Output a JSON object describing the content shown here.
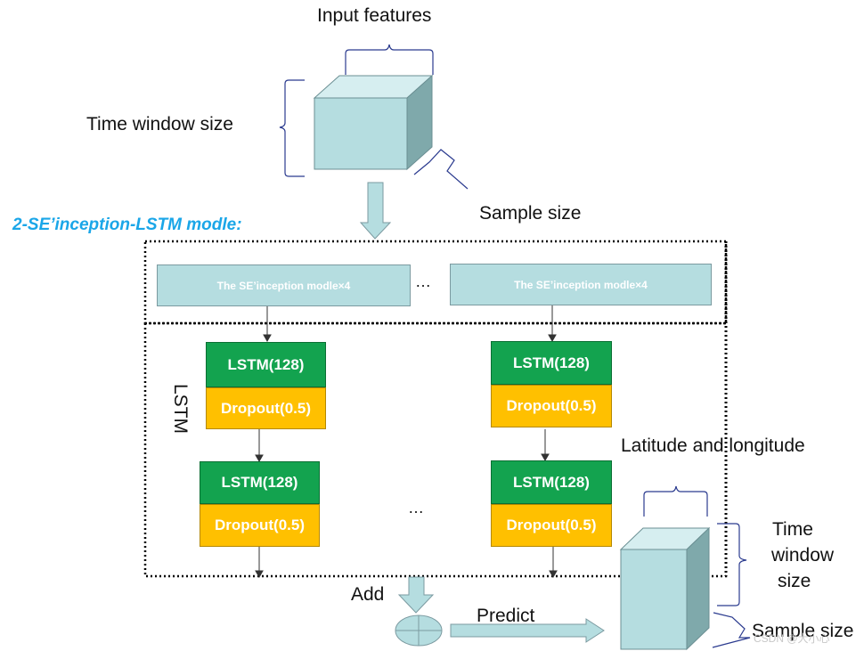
{
  "labels": {
    "input_features": "Input features",
    "time_window_size": "Time window size",
    "sample_size_top": "Sample size",
    "model_title": "2-SE’inception-LSTM modle:",
    "lstm_vertical": "LSTM",
    "add": "Add",
    "predict": "Predict",
    "lat_lon": "Latitude and longitude",
    "time_window_right_1": "Time",
    "time_window_right_2": "window",
    "time_window_right_3": "size",
    "sample_size_bottom": "Sample size",
    "ellipsis_top": "…",
    "ellipsis_mid": "…",
    "watermark": "CSDN @大小心"
  },
  "se_blocks": {
    "left": "The SE’inception modle×4",
    "right": "The SE’inception modle×4"
  },
  "lstm_blocks": {
    "l1": "LSTM(128)",
    "d1": "Dropout(0.5)",
    "l2": "LSTM(128)",
    "d2": "Dropout(0.5)",
    "l3": "LSTM(128)",
    "d3": "Dropout(0.5)",
    "l4": "LSTM(128)",
    "d4": "Dropout(0.5)"
  },
  "colors": {
    "cube_front": "#b5dde0",
    "cube_side": "#7fa9ab",
    "lstm_green": "#13a34f",
    "dropout_orange": "#ffc000",
    "title_blue": "#1aa6e8",
    "brace": "#2b3b8f"
  }
}
